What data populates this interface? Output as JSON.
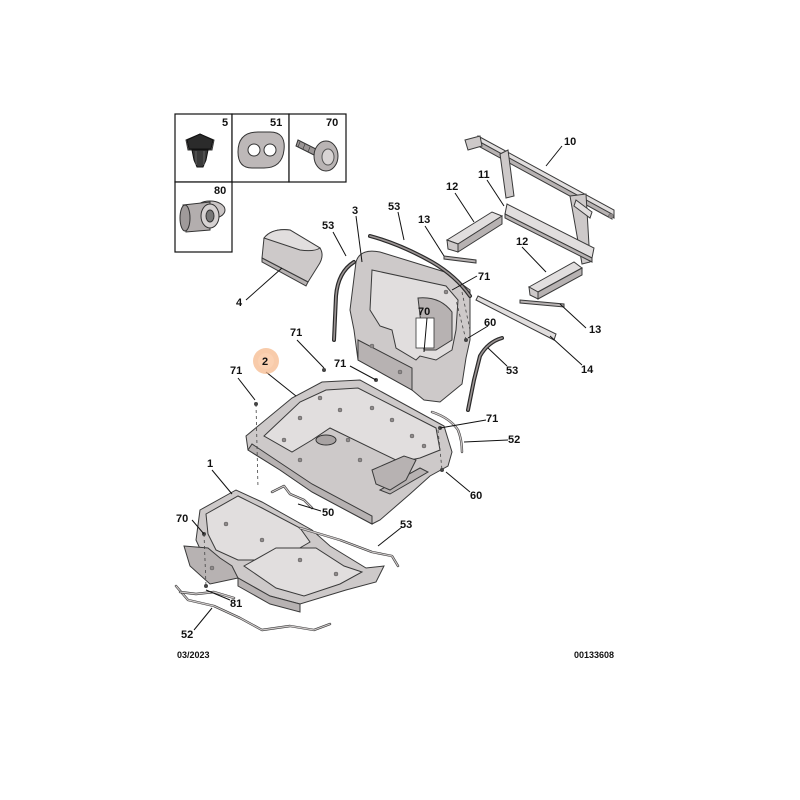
{
  "footer": {
    "date": "03/2023",
    "reference": "00133608"
  },
  "highlight_color": "#f4b183",
  "inset_boxes": [
    {
      "label": "5"
    },
    {
      "label": "51"
    },
    {
      "label": "70"
    },
    {
      "label": "80"
    }
  ],
  "callouts": [
    {
      "label": "10"
    },
    {
      "label": "11"
    },
    {
      "label": "12"
    },
    {
      "label": "12"
    },
    {
      "label": "53"
    },
    {
      "label": "3"
    },
    {
      "label": "53"
    },
    {
      "label": "13"
    },
    {
      "label": "71"
    },
    {
      "label": "4"
    },
    {
      "label": "70"
    },
    {
      "label": "60"
    },
    {
      "label": "13"
    },
    {
      "label": "71"
    },
    {
      "label": "53"
    },
    {
      "label": "14"
    },
    {
      "label": "2"
    },
    {
      "label": "71"
    },
    {
      "label": "71"
    },
    {
      "label": "71"
    },
    {
      "label": "52"
    },
    {
      "label": "1"
    },
    {
      "label": "60"
    },
    {
      "label": "50"
    },
    {
      "label": "70"
    },
    {
      "label": "53"
    },
    {
      "label": "81"
    },
    {
      "label": "52"
    }
  ]
}
